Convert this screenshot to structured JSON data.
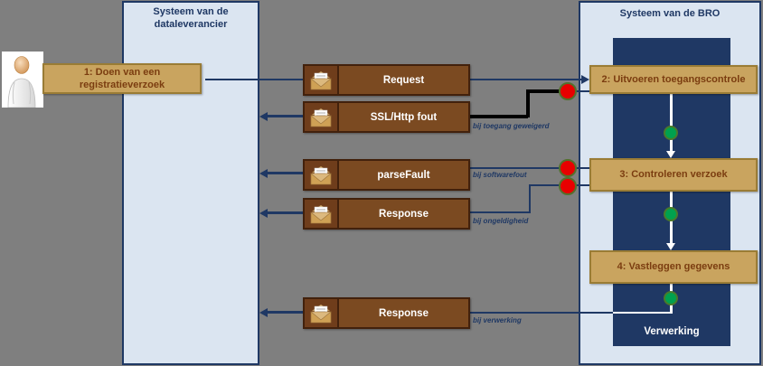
{
  "lanes": {
    "dataleverancier": {
      "title": "Systeem van de dataleverancier"
    },
    "bro": {
      "title": "Systeem van de BRO",
      "process_label": "Verwerking"
    }
  },
  "actor": {
    "icon": "person-icon",
    "step": {
      "label": "1: Doen van een registratieverzoek"
    }
  },
  "steps": {
    "s2": {
      "label": "2: Uitvoeren toegangscontrole"
    },
    "s3": {
      "label": "3:  Controleren verzoek"
    },
    "s4": {
      "label": "4: Vastleggen gegevens"
    }
  },
  "messages": {
    "request": {
      "label": "Request",
      "icon": "envelope-icon"
    },
    "ssl_http_fout": {
      "label": "SSL/Http fout",
      "icon": "envelope-icon",
      "condition": "bij toegang geweigerd"
    },
    "parse_fault": {
      "label": "parseFault",
      "icon": "envelope-icon",
      "condition": "bij softwarefout"
    },
    "response_afgekeurd": {
      "label": "Response",
      "icon": "envelope-icon",
      "condition": "bij ongeldigheid"
    },
    "response_verwerkt": {
      "label": "Response",
      "icon": "envelope-icon",
      "condition": "bij verwerking"
    }
  },
  "markers": {
    "error_dot_color": "#e80000",
    "success_dot_color": "#00a14e"
  },
  "colors": {
    "background": "#7f7f7f",
    "lane_fill": "#dbe5f1",
    "lane_border": "#1f3864",
    "process_area_fill": "#1f3864",
    "step_fill": "#c9a45f",
    "step_border": "#9a7c35",
    "step_text": "#7b3d10",
    "message_fill": "#7b4a21",
    "message_border": "#42210c",
    "arrow_color": "#1f3864",
    "denied_path_color": "#000000"
  }
}
